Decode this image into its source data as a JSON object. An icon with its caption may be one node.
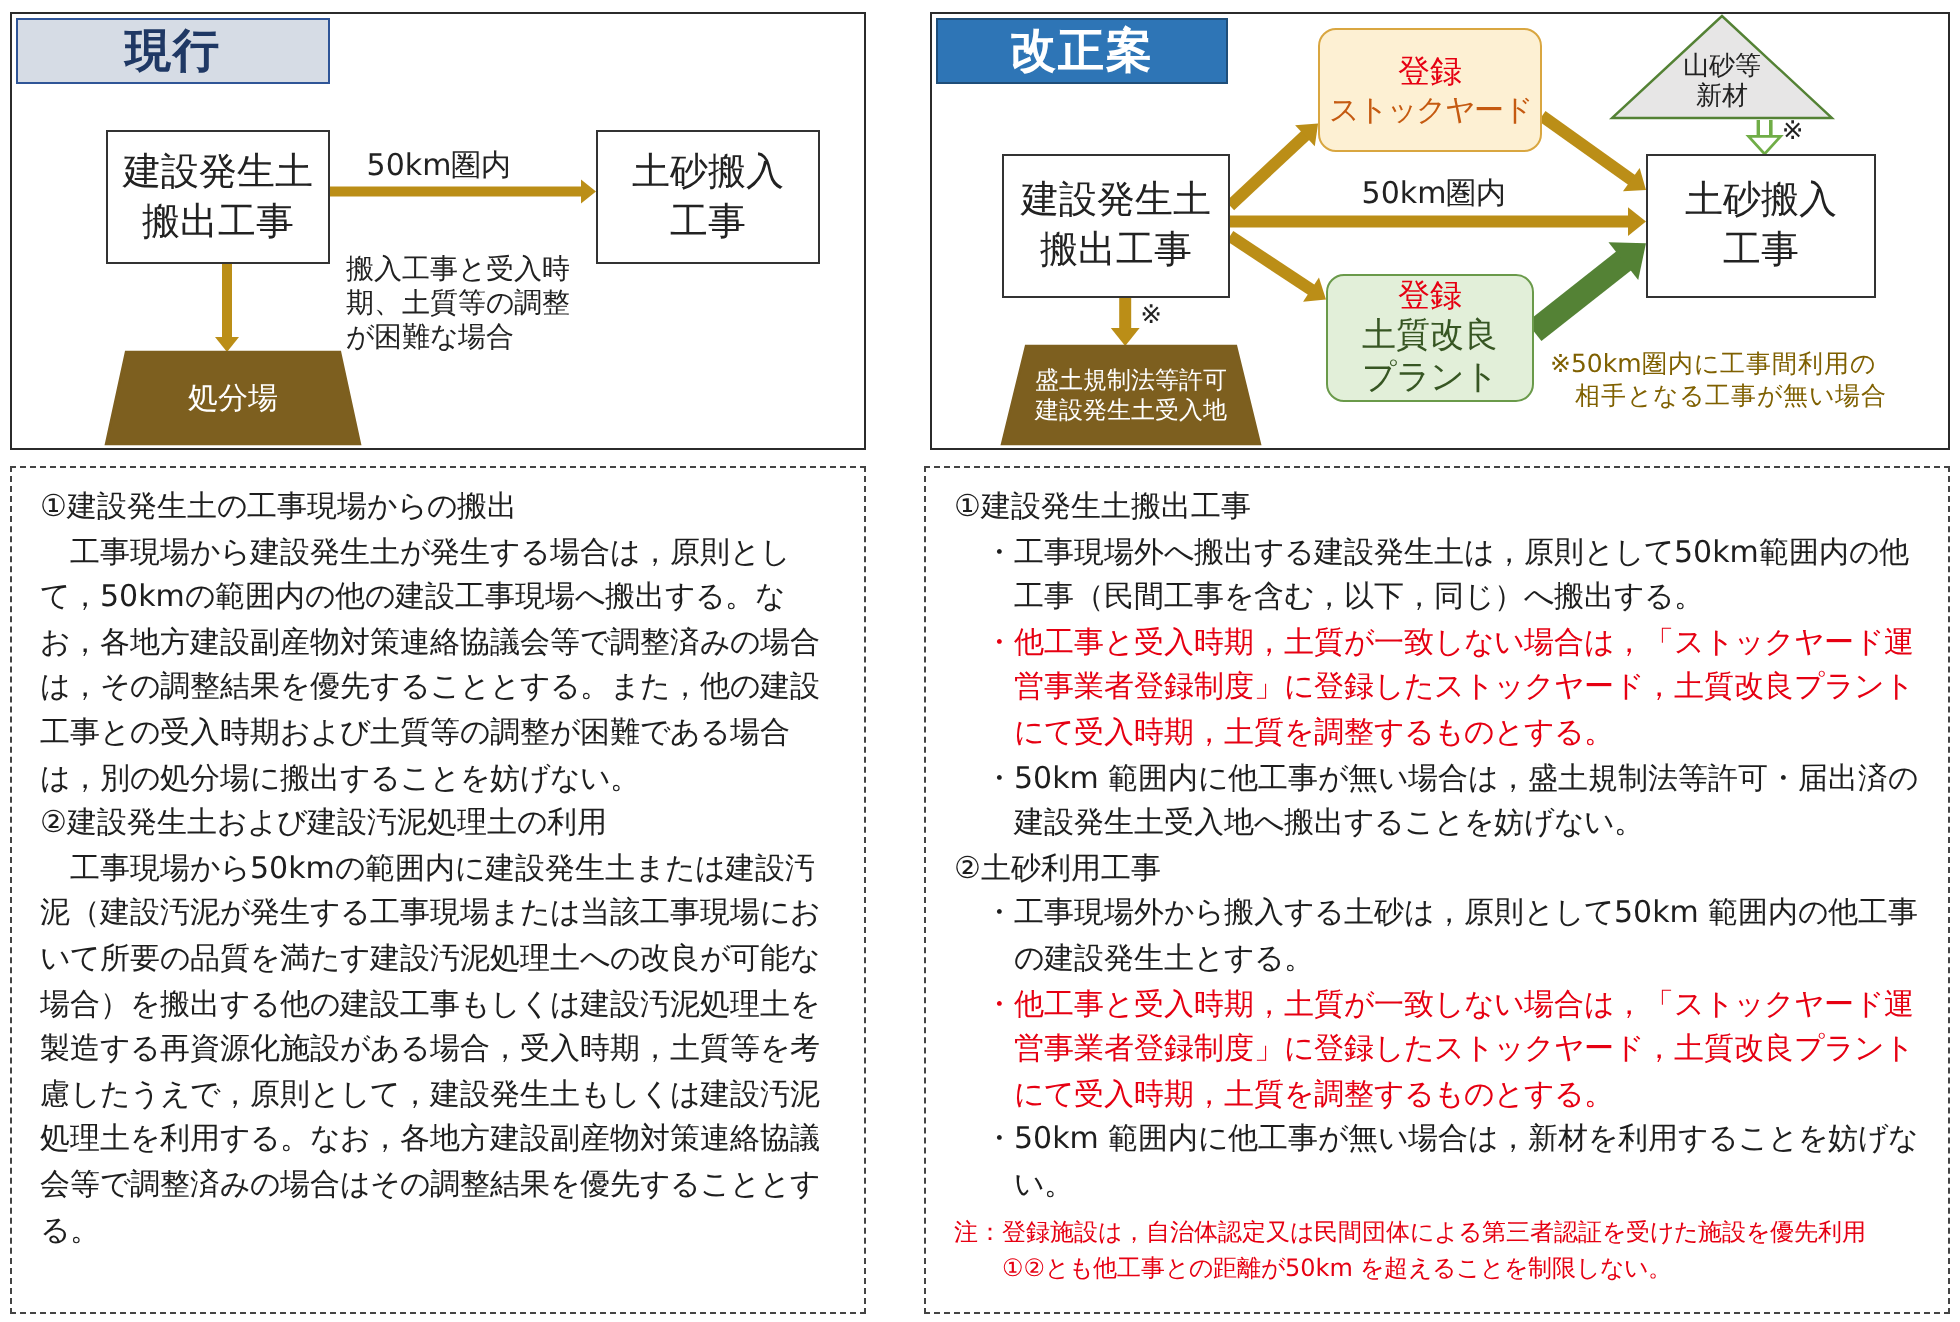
{
  "diagram": {
    "nodes": [
      {
        "text": [
          "現行"
        ]
      },
      {
        "text": [
          "建設発生土搬出工事"
        ],
        "in": 0
      },
      {
        "text": [
          "土砂搬入工事"
        ],
        "in": 0
      },
      {
        "text": [
          "処分場"
        ],
        "in": 0
      },
      {
        "text": [
          "改正案"
        ]
      },
      {
        "text": [
          "建設発生土搬出工事"
        ],
        "in": 4
      },
      {
        "text": [
          "登録",
          "ストックヤード"
        ],
        "in": 4
      },
      {
        "text": [
          "土砂搬入工事"
        ],
        "in": 4
      },
      {
        "text": [
          "山砂等新材"
        ],
        "in": 4
      },
      {
        "text": [
          "登録",
          "土質改良プラント"
        ],
        "in": 4
      },
      {
        "text": [
          "盛土規制法等許可建設発生土受入地"
        ],
        "in": 4
      },
      {
        "text": [
          "①建設発生土の工事現場からの搬出",
          "工事現場から建設発生土が発生する場合は，原則として，50kmの範囲内の他の建設工事現場へ搬出する。なお，各地方建設副産物対策連絡協議会等で調整済みの場合は，その調整結果を優先することとする。また，他の建設工事との受入時期および土質等の調整が困難である場合は，別の処分場に搬出することを妨げない。",
          "②建設発生土および建設汚泥処理土の利用",
          "工事現場から50kmの範囲内に建設発生土または建設汚泥（建設汚泥が発生する工事現場または当該工事現場において所要の品質を満たす建設汚泥処理土への改良が可能な場合）を搬出する他の建設工事もしくは建設汚泥処理土を製造する再資源化施設がある場合，受入時期，土質等を考慮したうえで，原則として，建設発生土もしくは建設汚泥処理土を利用する。なお，各地方建設副産物対策連絡協議会等で調整済みの場合はその調整結果を優先することとする。"
        ]
      },
      {
        "text": [
          "①建設発生土搬出工事",
          "・工事現場外へ搬出する建設発生土は，原則として50km範囲内の他工事（民間工事を含む，以下，同じ）へ搬出する。",
          "・他工事と受入時期，土質が一致しない場合は，「ストックヤード運営事業者登録制度」に登録したストックヤード，土質改良プラントにて受入時期，土質を調整するものとする。",
          "・50km 範囲内に他工事が無い場合は，盛土規制法等許可・届出済の建設発生土受入地へ搬出することを妨げない。",
          "②土砂利用工事",
          "・工事現場外から搬入する土砂は，原則として50km 範囲内の他工事の建設発生土とする。",
          "・他工事と受入時期，土質が一致しない場合は，「ストックヤード運営事業者登録制度」に登録したストックヤード，土質改良プラントにて受入時期，土質を調整するものとする。",
          "・50km 範囲内に他工事が無い場合は，新材を利用することを妨げない。",
          "注：登録施設は，自治体認定又は民間団体による第三者認証を受けた施設を優先利用",
          "①②とも他工事との距離が50km を超えることを制限しない。"
        ]
      }
    ],
    "edges": [
      {
        "from": 1,
        "to": 2,
        "arrow": "to",
        "label": "50km圏内"
      },
      {
        "from": 1,
        "to": 3,
        "arrow": "to"
      },
      {
        "from": 5,
        "to": 6,
        "arrow": "to"
      },
      {
        "from": 6,
        "to": 7,
        "arrow": "to"
      },
      {
        "from": 5,
        "to": 7,
        "arrow": "to",
        "label": "50km圏内"
      },
      {
        "from": 5,
        "to": 9,
        "arrow": "to"
      },
      {
        "from": 9,
        "to": 7,
        "arrow": "to",
        "style": "thick",
        "color": "#548235"
      },
      {
        "from": 8,
        "to": 7,
        "arrow": "to",
        "label": "※",
        "color": "#70ad47"
      },
      {
        "from": 5,
        "to": 10,
        "arrow": "to",
        "label": "※"
      }
    ],
    "labels": [
      "搬入工事と受入時期、土質等の調整が困難な場合",
      "※50km圏内に工事間利用の相手となる工事が無い場合"
    ]
  }
}
